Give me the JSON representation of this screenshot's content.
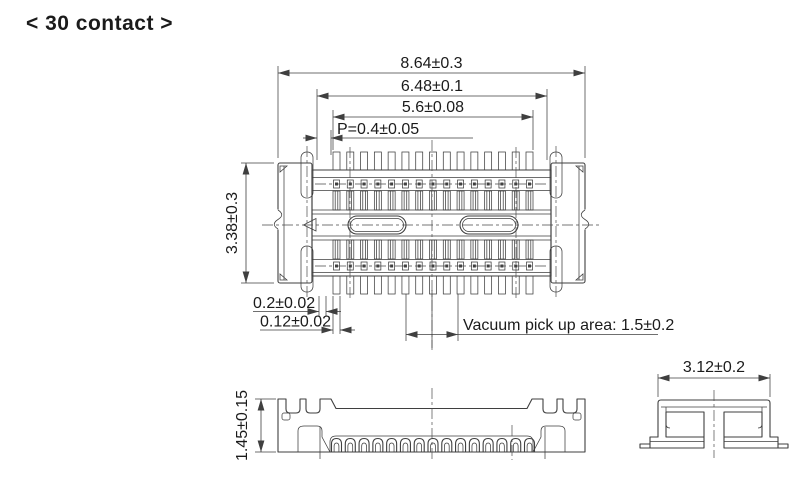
{
  "title": "< 30 contact >",
  "views": {
    "top": {
      "dim_overall_width": "8.64±0.3",
      "dim_mount_width": "6.48±0.1",
      "dim_contact_row_width": "5.6±0.08",
      "dim_contact_pitch": "P=0.4±0.05",
      "dim_depth": "3.38±0.3",
      "dim_terminal_width": "0.2±0.02",
      "dim_terminal_offset": "0.12±0.02",
      "note_vacuum_area": "Vacuum pick up area: 1.5±0.2"
    },
    "front": {
      "dim_height": "1.45±0.15"
    },
    "side": {
      "dim_depth": "3.12±0.2"
    }
  }
}
